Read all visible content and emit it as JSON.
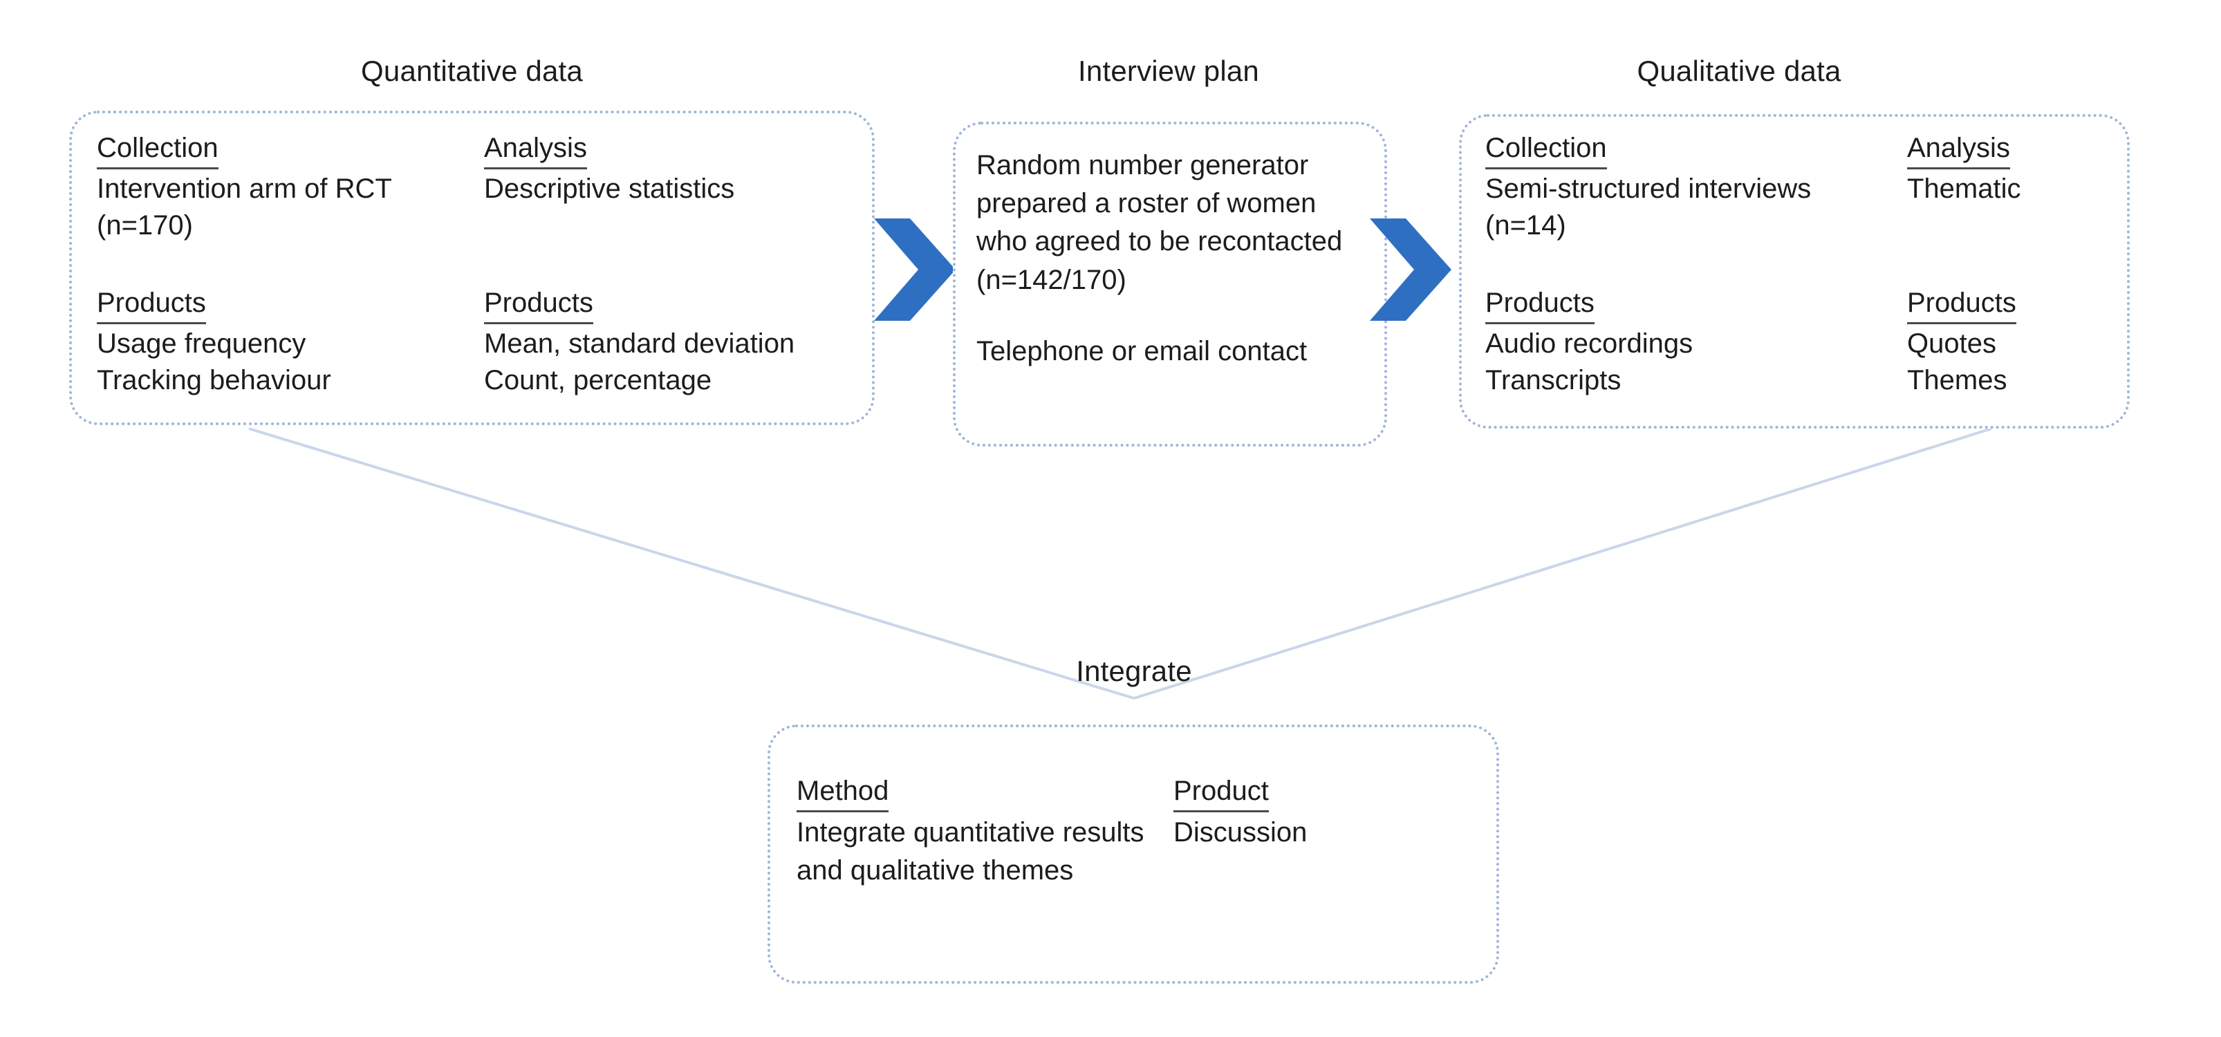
{
  "diagram": {
    "colors": {
      "arrow_blue": "#2E6FC2",
      "box_border": "#9db5d8",
      "connector_line": "#c9d6ea",
      "text": "#1c1c1c"
    },
    "titles": {
      "quantitative": "Quantitative data",
      "interview": "Interview plan",
      "qualitative": "Qualitative data",
      "integrate": "Integrate"
    },
    "quantitative_box": {
      "left_column": {
        "section1_heading": "Collection",
        "section1_lines": [
          "Intervention arm of RCT",
          "(n=170)"
        ],
        "section2_heading": "Products",
        "section2_lines": [
          "Usage frequency",
          "Tracking behaviour"
        ]
      },
      "right_column": {
        "section1_heading": "Analysis",
        "section1_lines": [
          "Descriptive statistics"
        ],
        "section2_heading": "Products",
        "section2_lines": [
          "Mean, standard deviation",
          "Count, percentage"
        ]
      }
    },
    "interview_box": {
      "paragraph1": "Random number generator prepared a roster of women who agreed to be recontacted (n=142/170)",
      "paragraph2": "Telephone or email contact"
    },
    "qualitative_box": {
      "left_column": {
        "section1_heading": "Collection",
        "section1_lines": [
          "Semi-structured interviews",
          "(n=14)"
        ],
        "section2_heading": "Products",
        "section2_lines": [
          "Audio recordings",
          "Transcripts"
        ]
      },
      "right_column": {
        "section1_heading": "Analysis",
        "section1_lines": [
          "Thematic"
        ],
        "section2_heading": "Products",
        "section2_lines": [
          "Quotes",
          "Themes"
        ]
      }
    },
    "integrate_box": {
      "left_column": {
        "heading": "Method",
        "paragraph": "Integrate quantitative results and qualitative themes"
      },
      "right_column": {
        "heading": "Product",
        "paragraph": "Discussion"
      }
    },
    "arrows": {
      "arrow1_name": "chevron-right-icon",
      "arrow2_name": "chevron-right-icon"
    }
  }
}
